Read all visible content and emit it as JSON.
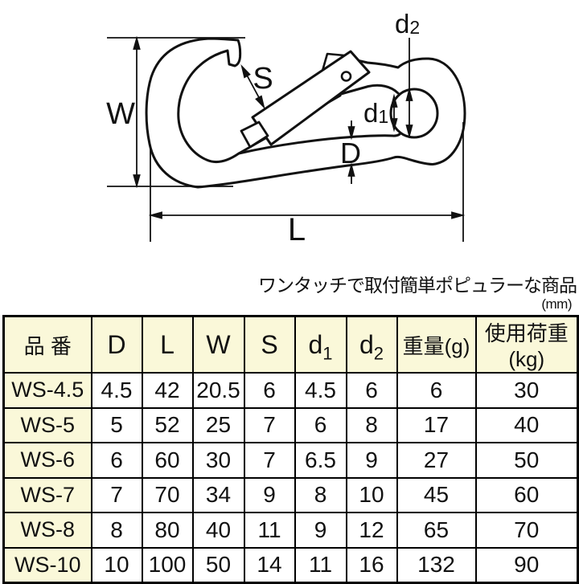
{
  "diagram": {
    "labels": {
      "W": "W",
      "S": "S",
      "L": "L",
      "D": "D",
      "d1": {
        "base": "d",
        "sub": "1"
      },
      "d2": {
        "base": "d",
        "sub": "2"
      }
    }
  },
  "note": {
    "text": "ワンタッチで取付簡単ポピュラーな商品",
    "unit": "(mm)"
  },
  "table": {
    "headers": [
      {
        "label": "品 番"
      },
      {
        "label": "D"
      },
      {
        "label": "L"
      },
      {
        "label": "W"
      },
      {
        "label": "S"
      },
      {
        "label": "d",
        "sub": "1"
      },
      {
        "label": "d",
        "sub": "2"
      },
      {
        "label": "重量(g)"
      },
      {
        "label": "使用荷重(kg)"
      }
    ],
    "rows": [
      {
        "part": "WS-4.5",
        "values": [
          "4.5",
          "42",
          "20.5",
          "6",
          "4.5",
          "6",
          "6",
          "30"
        ]
      },
      {
        "part": "WS-5",
        "values": [
          "5",
          "52",
          "25",
          "7",
          "6",
          "8",
          "17",
          "40"
        ]
      },
      {
        "part": "WS-6",
        "values": [
          "6",
          "60",
          "30",
          "7",
          "6.5",
          "9",
          "27",
          "50"
        ]
      },
      {
        "part": "WS-7",
        "values": [
          "7",
          "70",
          "34",
          "9",
          "8",
          "10",
          "45",
          "60"
        ]
      },
      {
        "part": "WS-8",
        "values": [
          "8",
          "80",
          "40",
          "11",
          "9",
          "12",
          "65",
          "70"
        ]
      },
      {
        "part": "WS-10",
        "values": [
          "10",
          "100",
          "50",
          "14",
          "11",
          "16",
          "132",
          "90"
        ]
      }
    ]
  },
  "colors": {
    "background": "#FFFFFF",
    "line": "#111111",
    "table_header_bg": "#FAF8D9",
    "table_border": "#000000"
  }
}
